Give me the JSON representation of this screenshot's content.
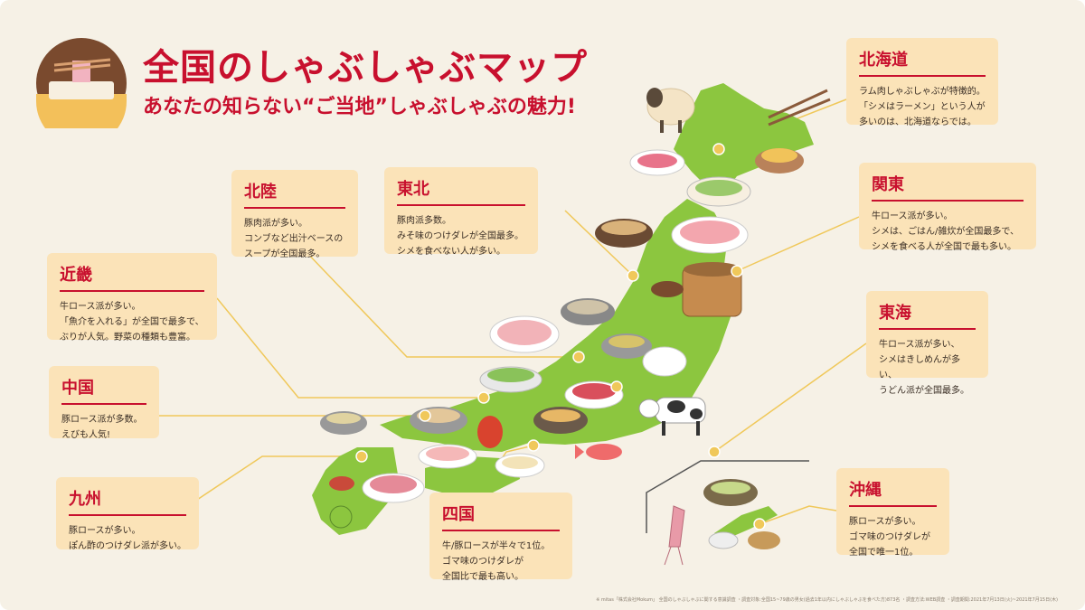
{
  "header": {
    "title": "全国のしゃぶしゃぶマップ",
    "subtitle": "あなたの知らない“ご当地”しゃぶしゃぶの魅力!"
  },
  "colors": {
    "accent": "#c8102e",
    "box_bg": "#fbe3b8",
    "land": "#8cc63f",
    "page_bg": "#f6f1e6",
    "leader": "#f0c85a"
  },
  "icons": [
    "shabu-pot-logo-icon",
    "sheep-icon",
    "cow-icon",
    "squid-icon",
    "sea-bream-icon",
    "lobster-icon",
    "sudachi-icon"
  ],
  "regions": [
    {
      "id": "hokkaido",
      "name": "北海道",
      "text": "ラム肉しゃぶしゃぶが特徴的。\n「シメはラーメン」という人が\n多いのは、北海道ならでは。"
    },
    {
      "id": "kanto",
      "name": "関東",
      "text": "牛ロース派が多い。\nシメは、ごはん/雑炊が全国最多で、\nシメを食べる人が全国で最も多い。"
    },
    {
      "id": "tokai",
      "name": "東海",
      "text": "牛ロース派が多い、\nシメはきしめんが多い、\nうどん派が全国最多。"
    },
    {
      "id": "okinawa",
      "name": "沖縄",
      "text": "豚ロースが多い。\nゴマ味のつけダレが\n全国で唯一1位。"
    },
    {
      "id": "hokuriku",
      "name": "北陸",
      "text": "豚肉派が多い。\nコンブなど出汁ベースの\nスープが全国最多。"
    },
    {
      "id": "tohoku",
      "name": "東北",
      "text": "豚肉派多数。\nみそ味のつけダレが全国最多。\nシメを食べない人が多い。"
    },
    {
      "id": "kinki",
      "name": "近畿",
      "text": "牛ロース派が多い。\n「魚介を入れる」が全国で最多で、\nぶりが人気。野菜の種類も豊富。"
    },
    {
      "id": "chugoku",
      "name": "中国",
      "text": "豚ロース派が多数。\nえびも人気!"
    },
    {
      "id": "kyushu",
      "name": "九州",
      "text": "豚ロースが多い。\nぽん酢のつけダレ派が多い。"
    },
    {
      "id": "shikoku",
      "name": "四国",
      "text": "牛/豚ロースが半々で1位。\nゴマ味のつけダレが\n全国比で最も高い。"
    }
  ],
  "footnote": "※ mitas「株式会社Mokum」 全国のしゃぶしゃぶに関する意識調査 ・調査対象:全国15~79歳の男女(過去1年以内にしゃぶしゃぶを食べた方)873名 ・調査方法:WEB調査 ・調査期間:2021年7月13日(火)~2021年7月15日(木)"
}
